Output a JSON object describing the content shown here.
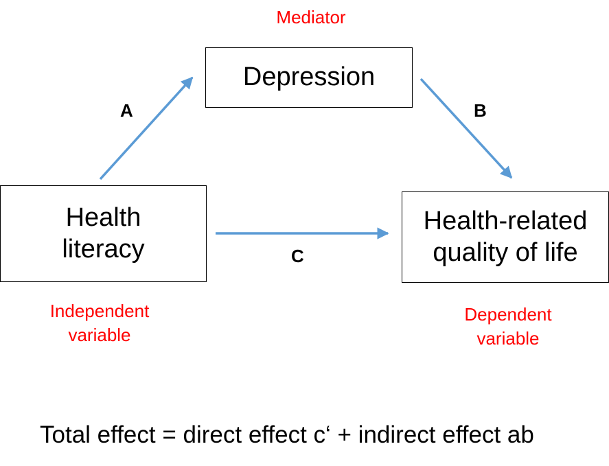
{
  "nodes": {
    "mediator": {
      "label": "Depression",
      "role": "Mediator"
    },
    "independent": {
      "label": "Health\nliteracy",
      "role": "Independent\nvariable"
    },
    "dependent": {
      "label": "Health-related\nquality of life",
      "role": "Dependent\nvariable"
    }
  },
  "paths": {
    "a": "A",
    "b": "B",
    "c": "C"
  },
  "formula": "Total effect = direct effect c‘ + indirect effect ab",
  "colors": {
    "arrow": "#5b9bd5",
    "role_text": "#ff0000",
    "box_border": "#000000"
  }
}
